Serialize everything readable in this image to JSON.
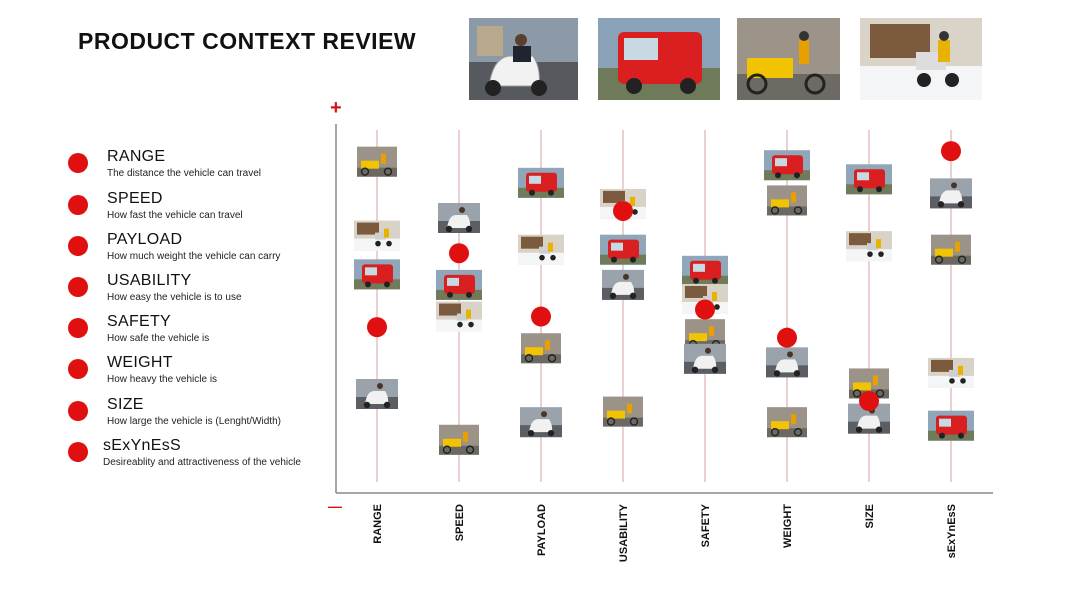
{
  "title": "PRODUCT CONTEXT REVIEW",
  "accent_color": "#e01010",
  "gridline_color": "#d8a0a0",
  "axis_color": "#888888",
  "axis_plus": "+",
  "axis_minus": "—",
  "vehicles": [
    {
      "id": "scooter",
      "label": "electric scooter"
    },
    {
      "id": "red-car",
      "label": "red delivery microcar"
    },
    {
      "id": "cargo-bike",
      "label": "yellow cargo bike"
    },
    {
      "id": "snow-bike",
      "label": "cargo trike in snow"
    }
  ],
  "legend": [
    {
      "name": "RANGE",
      "desc": "The distance the vehicle can travel"
    },
    {
      "name": "SPEED",
      "desc": "How fast the vehicle can travel"
    },
    {
      "name": "PAYLOAD",
      "desc": "How much weight the vehicle can carry"
    },
    {
      "name": "USABILITY",
      "desc": "How easy the vehicle is to use"
    },
    {
      "name": "SAFETY",
      "desc": "How safe the vehicle is"
    },
    {
      "name": "WEIGHT",
      "desc": "How heavy the vehicle is"
    },
    {
      "name": "SIZE",
      "desc": "How large the vehicle is (Lenght/Width)"
    },
    {
      "name": "sExYnEsS",
      "desc": "Desireablity and attractiveness of the vehicle"
    }
  ],
  "chart_data": {
    "type": "scatter",
    "categories": [
      "RANGE",
      "SPEED",
      "PAYLOAD",
      "USABILITY",
      "SAFETY",
      "WEIGHT",
      "SIZE",
      "sExYnEsS"
    ],
    "ylim": [
      0,
      10
    ],
    "target_dots": [
      {
        "category": "RANGE",
        "value": 4.4
      },
      {
        "category": "SPEED",
        "value": 6.5
      },
      {
        "category": "PAYLOAD",
        "value": 4.7
      },
      {
        "category": "USABILITY",
        "value": 7.7
      },
      {
        "category": "SAFETY",
        "value": 4.9
      },
      {
        "category": "WEIGHT",
        "value": 4.1
      },
      {
        "category": "SIZE",
        "value": 2.3
      },
      {
        "category": "sExYnEsS",
        "value": 9.4
      }
    ],
    "vehicle_marks": [
      {
        "category": "RANGE",
        "vehicle": "cargo-bike",
        "value": 9.1
      },
      {
        "category": "RANGE",
        "vehicle": "snow-bike",
        "value": 7.0
      },
      {
        "category": "RANGE",
        "vehicle": "red-car",
        "value": 5.9
      },
      {
        "category": "RANGE",
        "vehicle": "scooter",
        "value": 2.5
      },
      {
        "category": "SPEED",
        "vehicle": "scooter",
        "value": 7.5
      },
      {
        "category": "SPEED",
        "vehicle": "red-car",
        "value": 5.6
      },
      {
        "category": "SPEED",
        "vehicle": "snow-bike",
        "value": 4.7
      },
      {
        "category": "SPEED",
        "vehicle": "cargo-bike",
        "value": 1.2
      },
      {
        "category": "PAYLOAD",
        "vehicle": "red-car",
        "value": 8.5
      },
      {
        "category": "PAYLOAD",
        "vehicle": "snow-bike",
        "value": 6.6
      },
      {
        "category": "PAYLOAD",
        "vehicle": "cargo-bike",
        "value": 3.8
      },
      {
        "category": "PAYLOAD",
        "vehicle": "scooter",
        "value": 1.7
      },
      {
        "category": "USABILITY",
        "vehicle": "snow-bike",
        "value": 7.9
      },
      {
        "category": "USABILITY",
        "vehicle": "red-car",
        "value": 6.6
      },
      {
        "category": "USABILITY",
        "vehicle": "scooter",
        "value": 5.6
      },
      {
        "category": "USABILITY",
        "vehicle": "cargo-bike",
        "value": 2.0
      },
      {
        "category": "SAFETY",
        "vehicle": "red-car",
        "value": 6.0
      },
      {
        "category": "SAFETY",
        "vehicle": "snow-bike",
        "value": 5.2
      },
      {
        "category": "SAFETY",
        "vehicle": "cargo-bike",
        "value": 4.2
      },
      {
        "category": "SAFETY",
        "vehicle": "scooter",
        "value": 3.5
      },
      {
        "category": "WEIGHT",
        "vehicle": "red-car",
        "value": 9.0
      },
      {
        "category": "WEIGHT",
        "vehicle": "cargo-bike",
        "value": 8.0
      },
      {
        "category": "WEIGHT",
        "vehicle": "scooter",
        "value": 3.4
      },
      {
        "category": "WEIGHT",
        "vehicle": "cargo-bike",
        "value": 1.7
      },
      {
        "category": "SIZE",
        "vehicle": "red-car",
        "value": 8.6
      },
      {
        "category": "SIZE",
        "vehicle": "snow-bike",
        "value": 6.7
      },
      {
        "category": "SIZE",
        "vehicle": "cargo-bike",
        "value": 2.8
      },
      {
        "category": "SIZE",
        "vehicle": "scooter",
        "value": 1.8
      },
      {
        "category": "sExYnEsS",
        "vehicle": "scooter",
        "value": 8.2
      },
      {
        "category": "sExYnEsS",
        "vehicle": "cargo-bike",
        "value": 6.6
      },
      {
        "category": "sExYnEsS",
        "vehicle": "snow-bike",
        "value": 3.1
      },
      {
        "category": "sExYnEsS",
        "vehicle": "red-car",
        "value": 1.6
      }
    ]
  }
}
